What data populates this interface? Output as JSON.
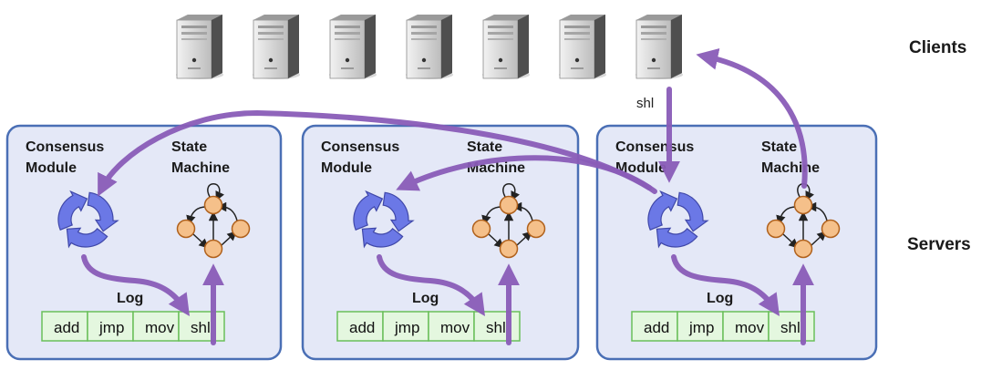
{
  "side_labels": {
    "clients": "Clients",
    "servers": "Servers"
  },
  "request_label": "shl",
  "client_count": 7,
  "colors": {
    "arrow": "#8a5cb8",
    "server_fill": "#e4e8f7",
    "server_border": "#4a6fb5",
    "log_fill": "#e4f7df",
    "log_border": "#6abf5a",
    "state_fill": "#f5c08a",
    "consensus_icon": "#6b78e6"
  },
  "servers": [
    {
      "consensus_label": [
        "Consensus",
        "Module"
      ],
      "state_label": [
        "State",
        "Machine"
      ],
      "log_label": "Log",
      "log_entries": [
        "add",
        "jmp",
        "mov",
        "shl"
      ]
    },
    {
      "consensus_label": [
        "Consensus",
        "Module"
      ],
      "state_label": [
        "State",
        "Machine"
      ],
      "log_label": "Log",
      "log_entries": [
        "add",
        "jmp",
        "mov",
        "shl"
      ]
    },
    {
      "consensus_label": [
        "Consensus",
        "Module"
      ],
      "state_label": [
        "State",
        "Machine"
      ],
      "log_label": "Log",
      "log_entries": [
        "add",
        "jmp",
        "mov",
        "shl"
      ]
    }
  ]
}
